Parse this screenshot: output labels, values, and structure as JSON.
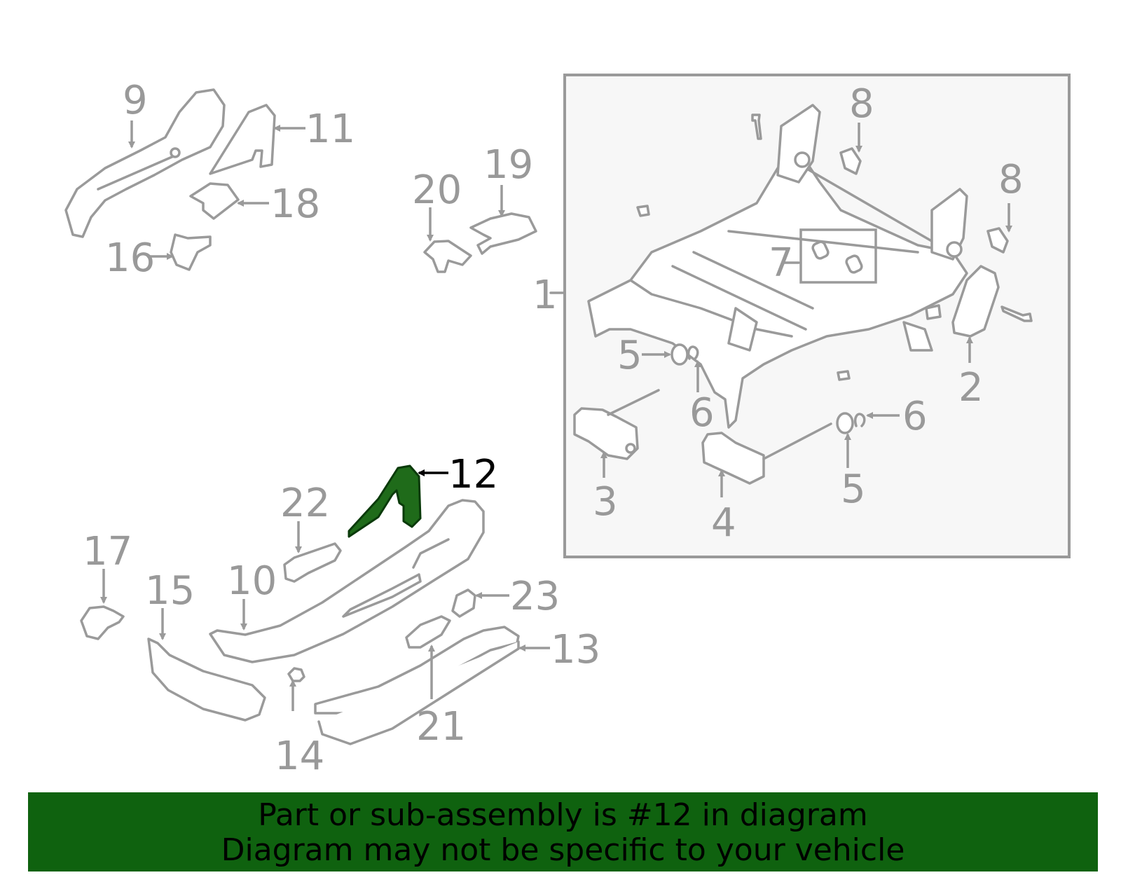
{
  "diagram": {
    "highlighted_part": "12",
    "labels": {
      "l1": "1",
      "l2": "2",
      "l3": "3",
      "l4": "4",
      "l5a": "5",
      "l5b": "5",
      "l6a": "6",
      "l6b": "6",
      "l7": "7",
      "l8a": "8",
      "l8b": "8",
      "l9": "9",
      "l10": "10",
      "l11": "11",
      "l12": "12",
      "l13": "13",
      "l14": "14",
      "l15": "15",
      "l16": "16",
      "l17": "17",
      "l18": "18",
      "l19": "19",
      "l20": "20",
      "l21": "21",
      "l22": "22",
      "l23": "23"
    }
  },
  "colors": {
    "highlight": "#1f6b1a",
    "banner": "#0f620f",
    "line": "#9a9a9a"
  },
  "banner": {
    "line1": "Part or sub-assembly is #12 in diagram",
    "line2": "Diagram may not be specific to your vehicle"
  }
}
